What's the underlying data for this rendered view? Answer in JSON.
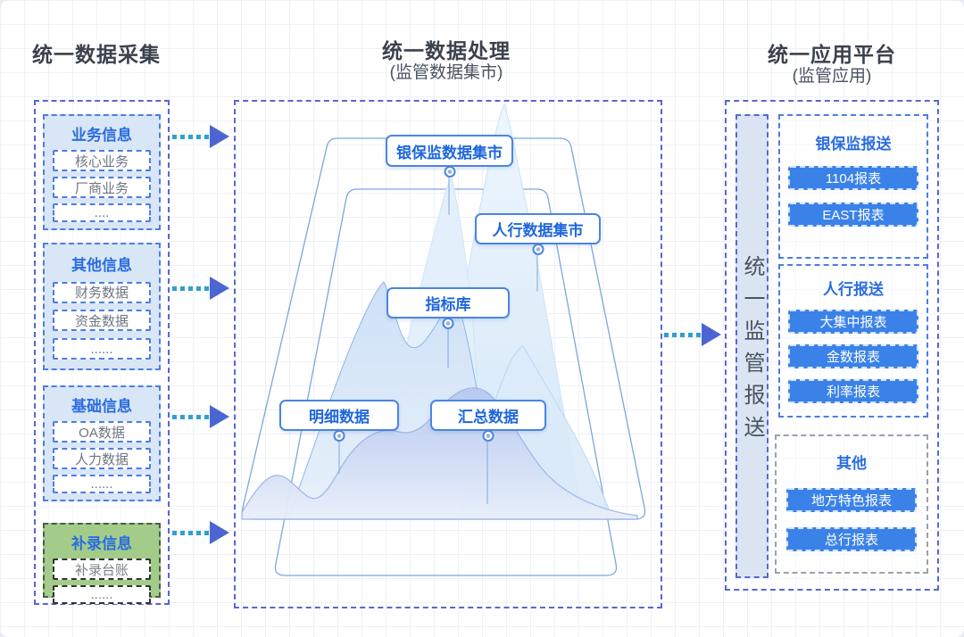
{
  "left": {
    "title": "统一数据采集",
    "groups": [
      {
        "name": "业务信息",
        "items": [
          "核心业务",
          "厂商业务",
          "...."
        ]
      },
      {
        "name": "其他信息",
        "items": [
          "财务数据",
          "资金数据",
          "......"
        ]
      },
      {
        "name": "基础信息",
        "items": [
          "OA数据",
          "人力数据",
          "......"
        ]
      },
      {
        "name": "补录信息",
        "items": [
          "补录台账",
          "......"
        ]
      }
    ]
  },
  "middle": {
    "title": "统一数据处理",
    "subtitle": "(监管数据集市)",
    "labels": [
      "银保监数据集市",
      "人行数据集市",
      "指标库",
      "明细数据",
      "汇总数据"
    ]
  },
  "right": {
    "title": "统一应用平台",
    "subtitle": "(监管应用)",
    "vertical_bar": "统一监管报送",
    "groups": [
      {
        "name": "银保监报送",
        "items": [
          "1104报表",
          "EAST报表"
        ]
      },
      {
        "name": "人行报送",
        "items": [
          "大集中报表",
          "金数报表",
          "利率报表"
        ]
      },
      {
        "name": "其他",
        "items": [
          "地方特色报表",
          "总行报表"
        ]
      }
    ]
  },
  "colors": {
    "accent_blue": "#2a6de0",
    "button_blue": "#3b82e8",
    "dashed_indigo": "#5a66d0",
    "dashed_blue": "#4d7de2",
    "green_group": "#a3cc8b",
    "arrow_dots": "#2e9fd4",
    "arrow_head": "#4b66d2"
  }
}
